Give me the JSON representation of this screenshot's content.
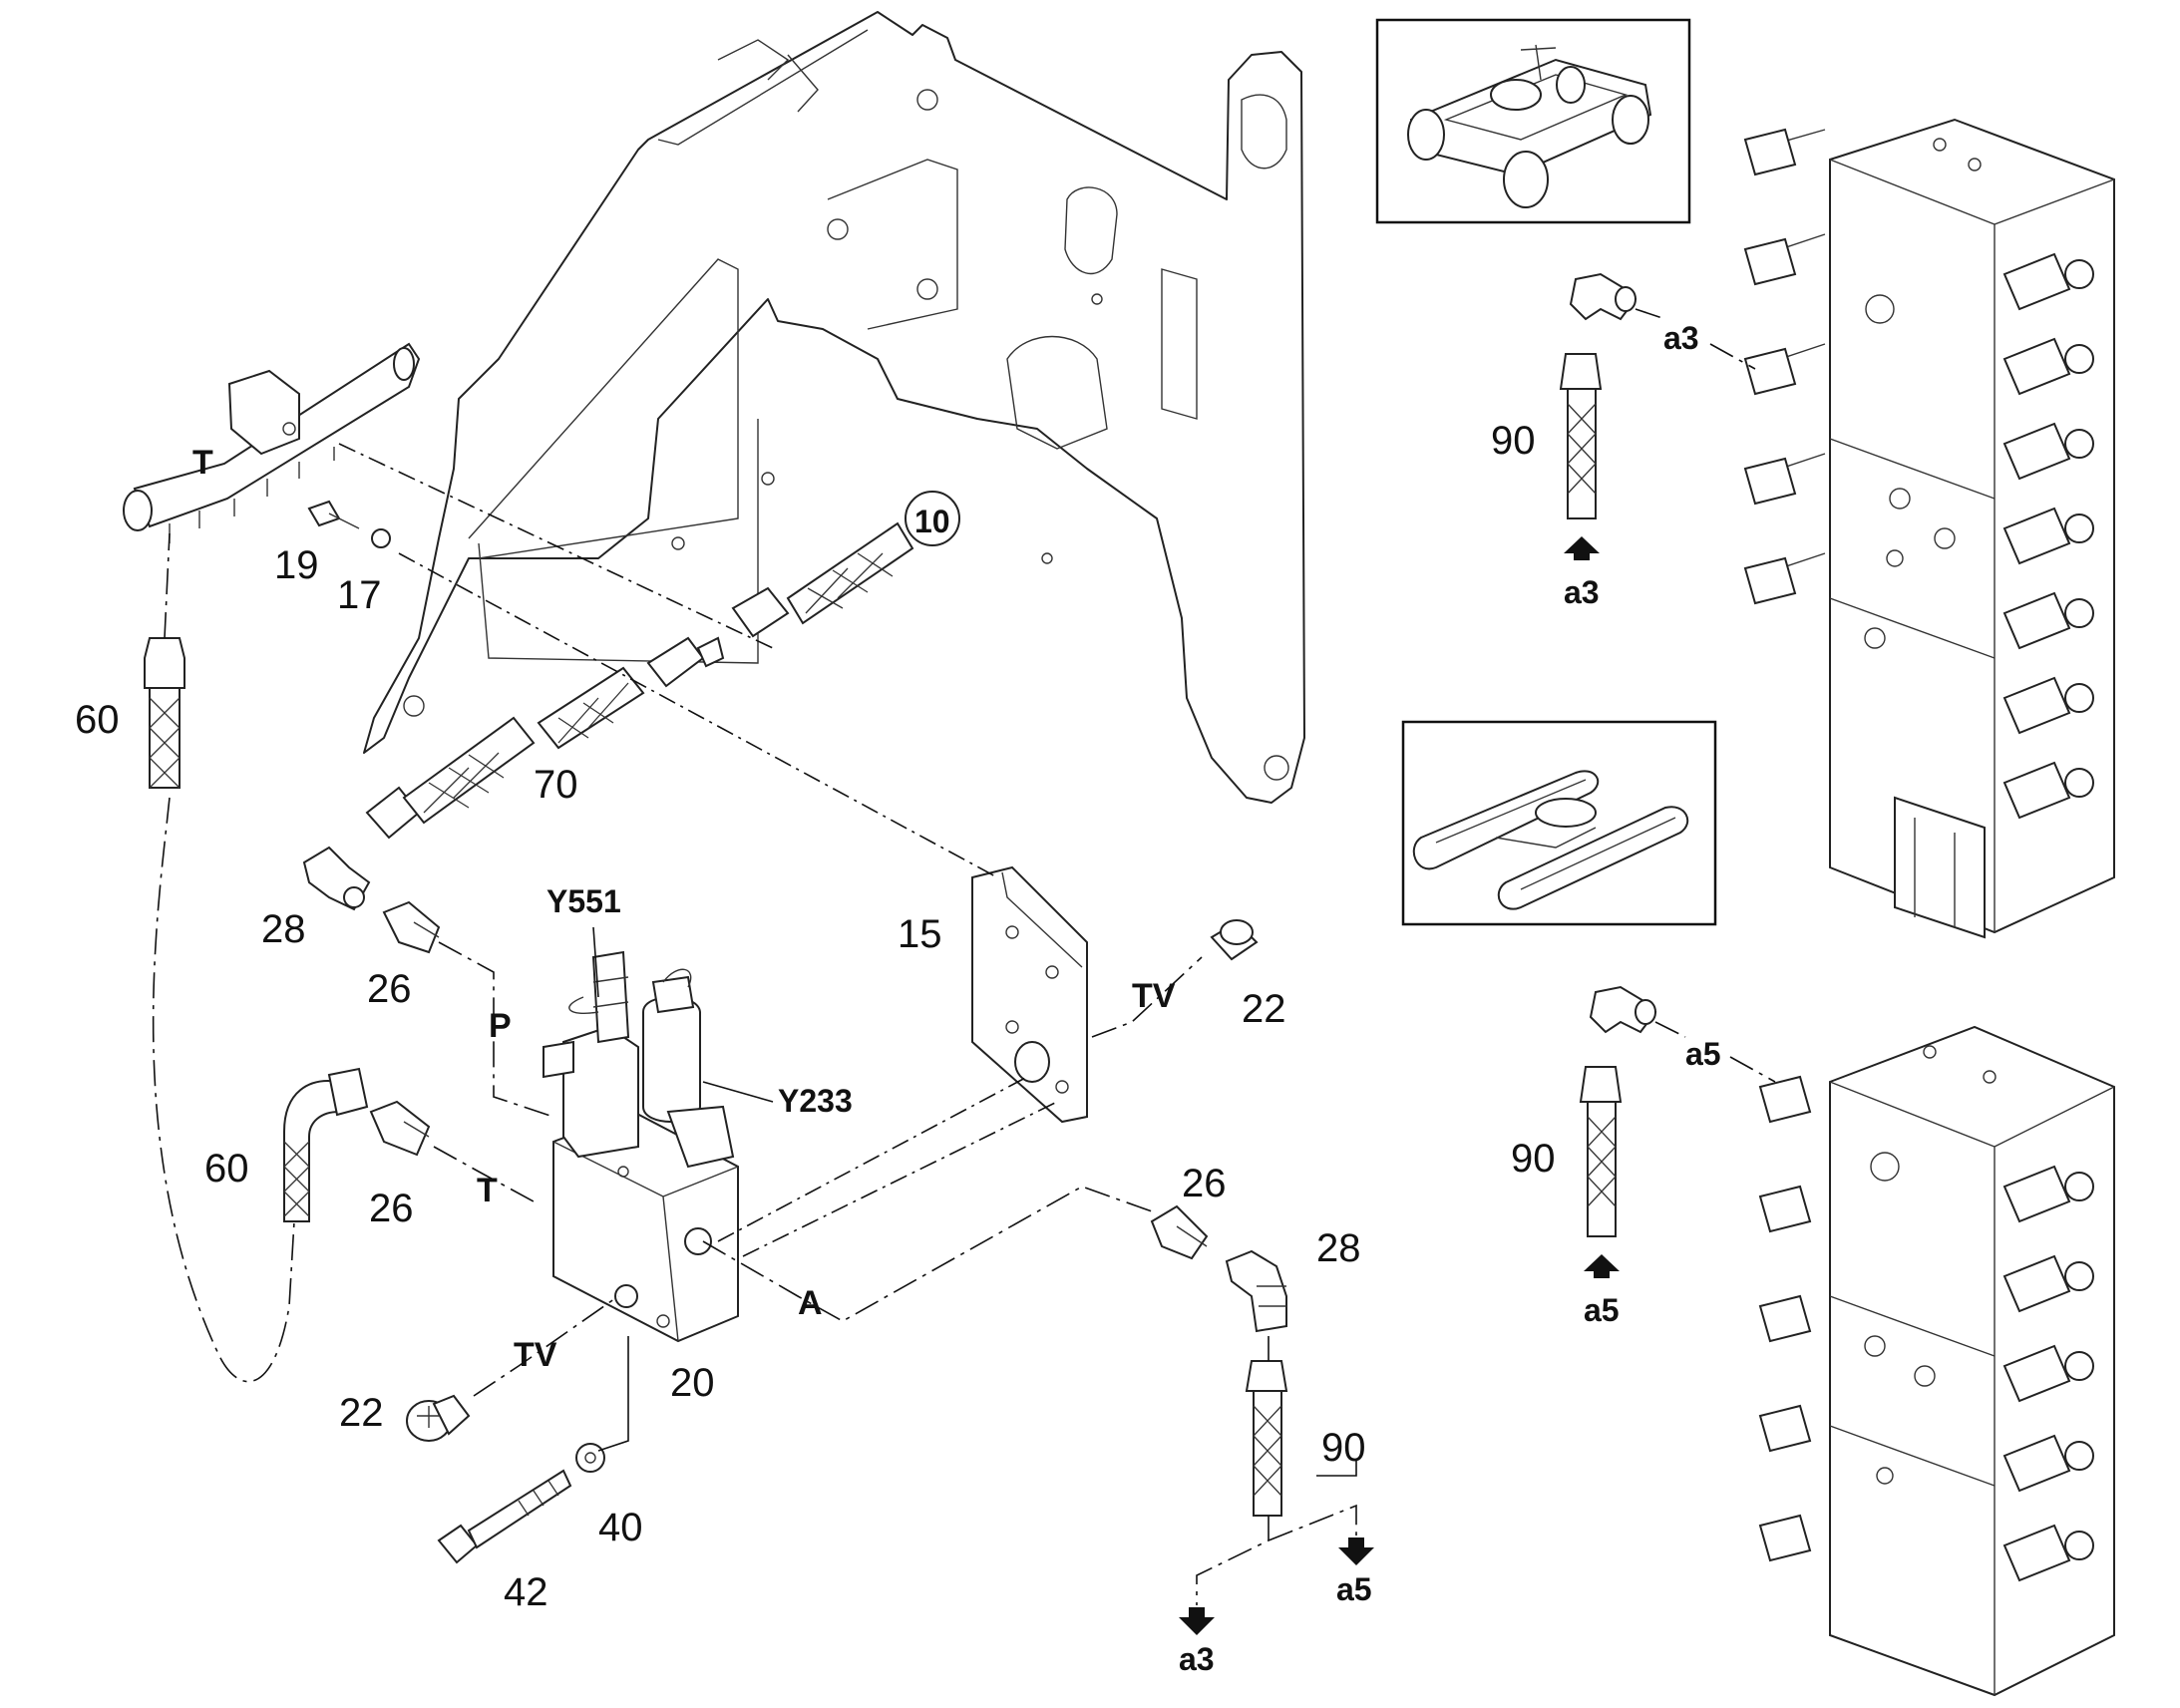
{
  "labels": {
    "part_10": "10",
    "part_15": "15",
    "part_17": "17",
    "part_19": "19",
    "part_20": "20",
    "part_22_right": "22",
    "part_22_left": "22",
    "part_26_top": "26",
    "part_26_mid": "26",
    "part_26_right": "26",
    "part_28_left": "28",
    "part_28_right": "28",
    "part_40": "40",
    "part_42": "42",
    "part_60_top": "60",
    "part_60_bottom": "60",
    "part_70": "70",
    "part_90_bottom": "90",
    "part_90_upper": "90",
    "part_90_lower": "90"
  },
  "ports": {
    "manifold_T": "T",
    "valve_P": "P",
    "valve_T": "T",
    "valve_A": "A",
    "valve_TV": "TV",
    "plate_TV": "TV"
  },
  "solenoids": {
    "y551": "Y551",
    "y233": "Y233"
  },
  "refs": {
    "a3_bottom": "a3",
    "a5_bottom": "a5",
    "a3_upper_label": "a3",
    "a3_upper_arrow": "a3",
    "a5_lower_label": "a5",
    "a5_lower_arrow": "a5"
  },
  "icons": {
    "wheeled": "wheeled-machine-icon",
    "tracked": "tracked-undercarriage-icon"
  }
}
